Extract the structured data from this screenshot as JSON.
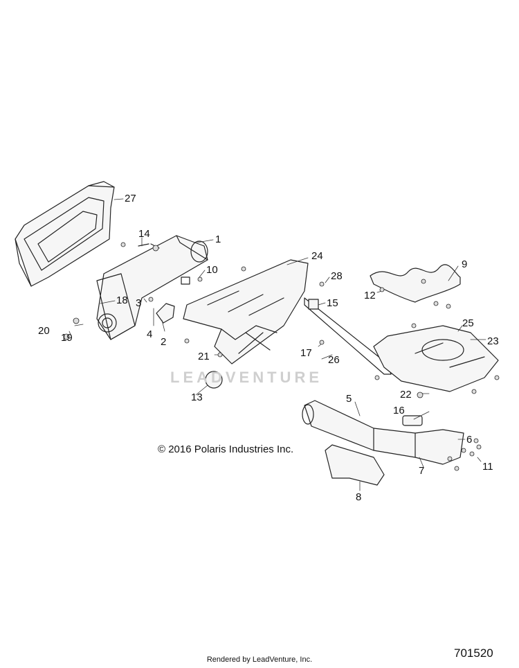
{
  "copyright": "© 2016 Polaris Industries Inc.",
  "diagram_number": "701520",
  "footer": "Rendered by LeadVenture, Inc.",
  "watermark": "LEADVENTURE",
  "callouts": {
    "c1": "1",
    "c2": "2",
    "c3": "3",
    "c4": "4",
    "c5": "5",
    "c6": "6",
    "c7": "7",
    "c8": "8",
    "c9": "9",
    "c10": "10",
    "c11": "11",
    "c12": "12",
    "c13": "13",
    "c14": "14",
    "c15": "15",
    "c16": "16",
    "c17": "17",
    "c18": "18",
    "c19": "19",
    "c20": "20",
    "c21": "21",
    "c22": "22",
    "c23": "23",
    "c24": "24",
    "c25": "25",
    "c26": "26",
    "c27": "27",
    "c28": "28"
  }
}
